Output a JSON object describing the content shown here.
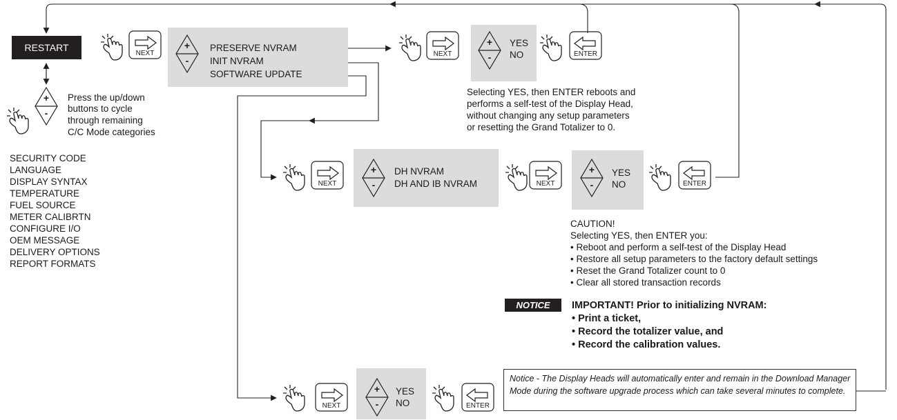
{
  "restart_label": "RESTART",
  "keys": {
    "next": "NEXT",
    "enter": "ENTER"
  },
  "signs": {
    "plus": "+",
    "minus": "-"
  },
  "restart_menu": {
    "items": [
      "PRESERVE NVRAM",
      "INIT NVRAM",
      "SOFTWARE UPDATE"
    ]
  },
  "cycle_text": [
    "Press the up/down",
    " buttons to cycle",
    "through remaining",
    "C/C Mode categories"
  ],
  "categories": [
    "SECURITY CODE",
    "LANGUAGE",
    "DISPLAY SYNTAX",
    "TEMPERATURE",
    "FUEL SOURCE",
    "METER CALIBRTN",
    "CONFIGURE I/O",
    "OEM MESSAGE",
    "DELIVERY OPTIONS",
    "REPORT FORMATS"
  ],
  "yes_label": "YES",
  "no_label": "NO",
  "preserve_note": [
    "Selecting YES, then ENTER reboots and",
    "performs a self-test of the Display Head,",
    "without changing any setup parameters",
    "or resetting the Grand Totalizer to 0."
  ],
  "init_menu": {
    "items": [
      "DH NVRAM",
      "DH AND IB NVRAM"
    ]
  },
  "caution": {
    "title": "CAUTION!",
    "intro": "Selecting YES, then ENTER you:",
    "bullets": [
      "• Reboot and perform a self-test of the Display Head",
      "• Restore all setup parameters to the factory default settings",
      "• Reset the Grand Totalizer count to 0",
      "• Clear all stored transaction records"
    ]
  },
  "notice": {
    "tag": "NOTICE",
    "heading": "IMPORTANT! Prior to initializing NVRAM:",
    "bullets": [
      "• Print a ticket,",
      "• Record the totalizer value, and",
      "• Record the calibration values."
    ]
  },
  "update_note": "Notice - The Display Heads will automatically enter and remain in the Download Manager Mode during the software upgrade process which can take several minutes to complete."
}
